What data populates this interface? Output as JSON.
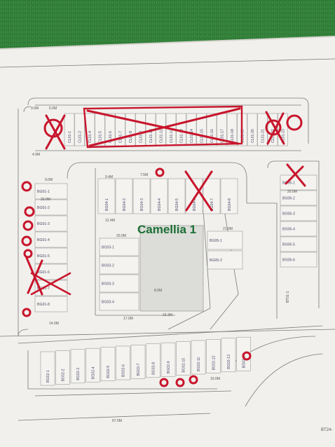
{
  "plan": {
    "title": "Camellia 1",
    "top_row_lots": [
      "CL01-1",
      "CL01-2",
      "CL01-4",
      "CL01-5",
      "CL01-6",
      "CL01-7",
      "CL01-8",
      "CL01-9",
      "CL01-10",
      "CL01-11",
      "CL01-12",
      "CL01-13",
      "CL01-14",
      "CL01-15",
      "CL01-16",
      "CL01-17",
      "CL01-18",
      "CL01-19",
      "CL01-20",
      "CL01-21",
      "CL01-22",
      "CL01-23"
    ],
    "bg04_lots": [
      "BG04-1",
      "BG04-2",
      "BG04-3",
      "BG04-4",
      "BG04-5",
      "BG04-6",
      "BG04-7",
      "BG04-8"
    ],
    "left_lots": [
      "BG01-1",
      "BG01-2",
      "BG01-3",
      "BG01-4",
      "BG01-5",
      "BG01-6",
      "BG01-7",
      "BG01-8"
    ],
    "bg03_lots": [
      "BG03-1",
      "BG03-2",
      "BG03-3",
      "BG03-4"
    ],
    "bg05_lots": [
      "BG05-1",
      "BG05-2"
    ],
    "right_lots": [
      "BG06-1",
      "BG06-2",
      "BG06-3",
      "BG06-4",
      "BG06-5",
      "BG06-6"
    ],
    "bottom_lots": [
      "BG02-1",
      "BG02-2",
      "BG02-3",
      "BG02-4",
      "BG02-5",
      "BG02-6",
      "BG02-7",
      "BG02-8",
      "BG02-9",
      "BG02-10",
      "BG02-11",
      "BG02-12",
      "BG02-13",
      "BG02-14"
    ],
    "other_lots": [
      "BT01-1",
      "BT24-"
    ],
    "dimensions": {
      "top_spacing": "5.0M",
      "width_9": "9.0M",
      "width_9_4": "9.4M",
      "width_7_5": "7.5M",
      "width_12_4": "12.4M",
      "width_20": "20.0M",
      "width_21": "21.0M",
      "width_8": "8.0M",
      "width_17": "17.0M",
      "width_22_3": "22.3M",
      "width_14": "14.0M",
      "width_67": "67.0M",
      "width_10": "10.0M",
      "width_4_9": "4.9M"
    },
    "colors": {
      "paper": "#f1f0ec",
      "ink": "#6f6f6f",
      "red_marker": "#c8152c",
      "title_green": "#1b6f34",
      "grass": "#2f7a36"
    }
  }
}
